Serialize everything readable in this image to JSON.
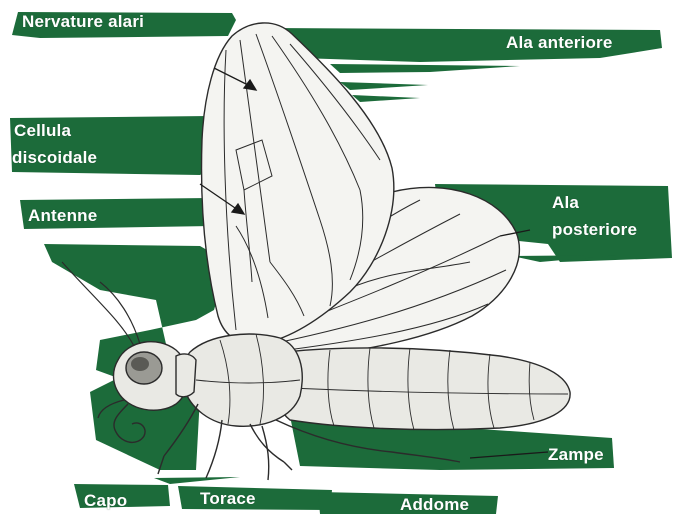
{
  "diagram": {
    "colors": {
      "band": "#1c6b3a",
      "line": "#2b2b2b",
      "wing_fill": "#f4f4f1",
      "body_fill": "#e9e9e4",
      "text": "#ffffff"
    },
    "labels": {
      "nervature_alari": "Nervature alari",
      "ala_anteriore": "Ala anteriore",
      "cellula_line1": "Cellula",
      "cellula_line2": "discoidale",
      "antenne": "Antenne",
      "ala_posteriore_line1": "Ala",
      "ala_posteriore_line2": "posteriore",
      "zampe": "Zampe",
      "capo": "Capo",
      "torace": "Torace",
      "addome": "Addome"
    }
  }
}
